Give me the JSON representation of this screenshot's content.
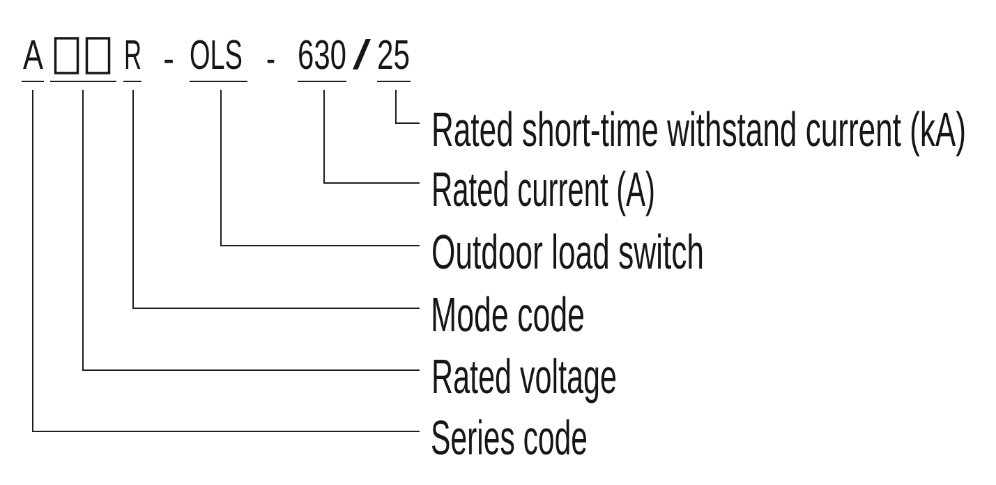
{
  "model_code": {
    "series": "A",
    "voltage_placeholder_glyphs": "□□",
    "mode": "R",
    "separator1": "-",
    "type": "OLS",
    "separator2": "-",
    "rated_current": "630",
    "slash": "/",
    "short_time_withstand_current": "25"
  },
  "labels": [
    {
      "text": "Rated short-time withstand current (kA)"
    },
    {
      "text": "Rated current (A)"
    },
    {
      "text": "Outdoor load switch"
    },
    {
      "text": "Mode code"
    },
    {
      "text": "Rated voltage"
    },
    {
      "text": "Series code"
    }
  ],
  "colors": {
    "ink": "#161616",
    "line": "#1c1c1c",
    "background": "#ffffff"
  }
}
